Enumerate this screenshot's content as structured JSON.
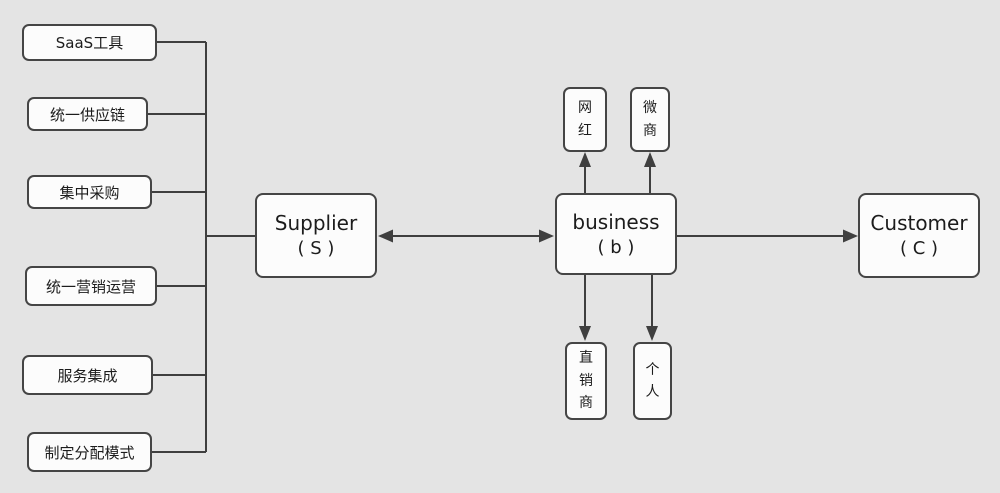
{
  "colors": {
    "background": "#e4e4e4",
    "node_fill": "#fcfcfc",
    "node_border": "#454545",
    "line": "#3f3f3f",
    "text": "#1c1c1c"
  },
  "nodes": {
    "features": [
      {
        "label": "SaaS工具"
      },
      {
        "label": "统一供应链"
      },
      {
        "label": "集中采购"
      },
      {
        "label": "统一营销运营"
      },
      {
        "label": "服务集成"
      },
      {
        "label": "制定分配模式"
      }
    ],
    "supplier": {
      "title": "Supplier",
      "subtitle": "( S )"
    },
    "business": {
      "title": "business",
      "subtitle": "( b )"
    },
    "customer": {
      "title": "Customer",
      "subtitle": "( C )"
    },
    "top_channels": [
      {
        "label": "网\n红"
      },
      {
        "label": "微\n商"
      }
    ],
    "bottom_channels": [
      {
        "label": "直\n销\n商"
      },
      {
        "label": "个\n人"
      }
    ]
  }
}
